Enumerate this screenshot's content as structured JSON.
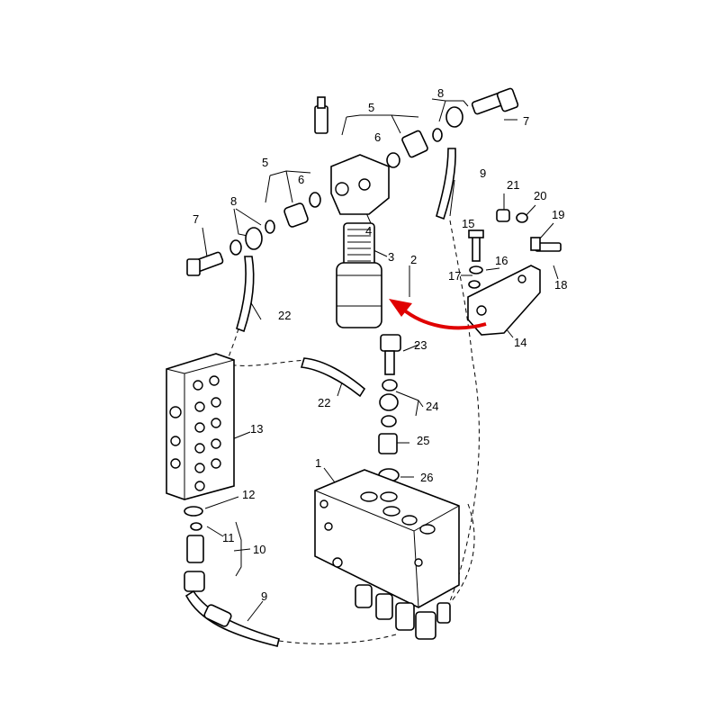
{
  "diagram": {
    "title": "Hydraulic valve and filter assembly",
    "callouts": [
      "8",
      "7",
      "5",
      "6",
      "9",
      "5",
      "6",
      "8",
      "4",
      "3",
      "2",
      "21",
      "20",
      "19",
      "7",
      "15",
      "16",
      "17",
      "18",
      "22",
      "14",
      "23",
      "22",
      "24",
      "13",
      "25",
      "1",
      "26",
      "12",
      "11",
      "10",
      "9"
    ],
    "highlight": {
      "color": "#e00000",
      "target_part": "2",
      "from_part": "14"
    }
  }
}
